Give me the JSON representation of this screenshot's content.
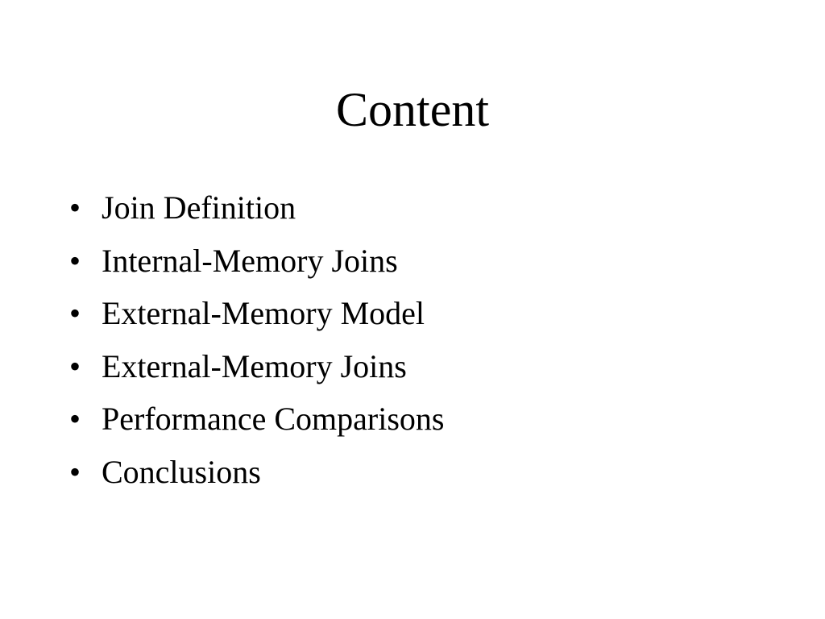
{
  "slide": {
    "title": "Content",
    "bullet_glyph": "•",
    "items": [
      "Join Definition",
      "Internal-Memory Joins",
      "External-Memory Model",
      "External-Memory Joins",
      "Performance Comparisons",
      "Conclusions"
    ]
  },
  "colors": {
    "background": "#ffffff",
    "text": "#000000"
  }
}
